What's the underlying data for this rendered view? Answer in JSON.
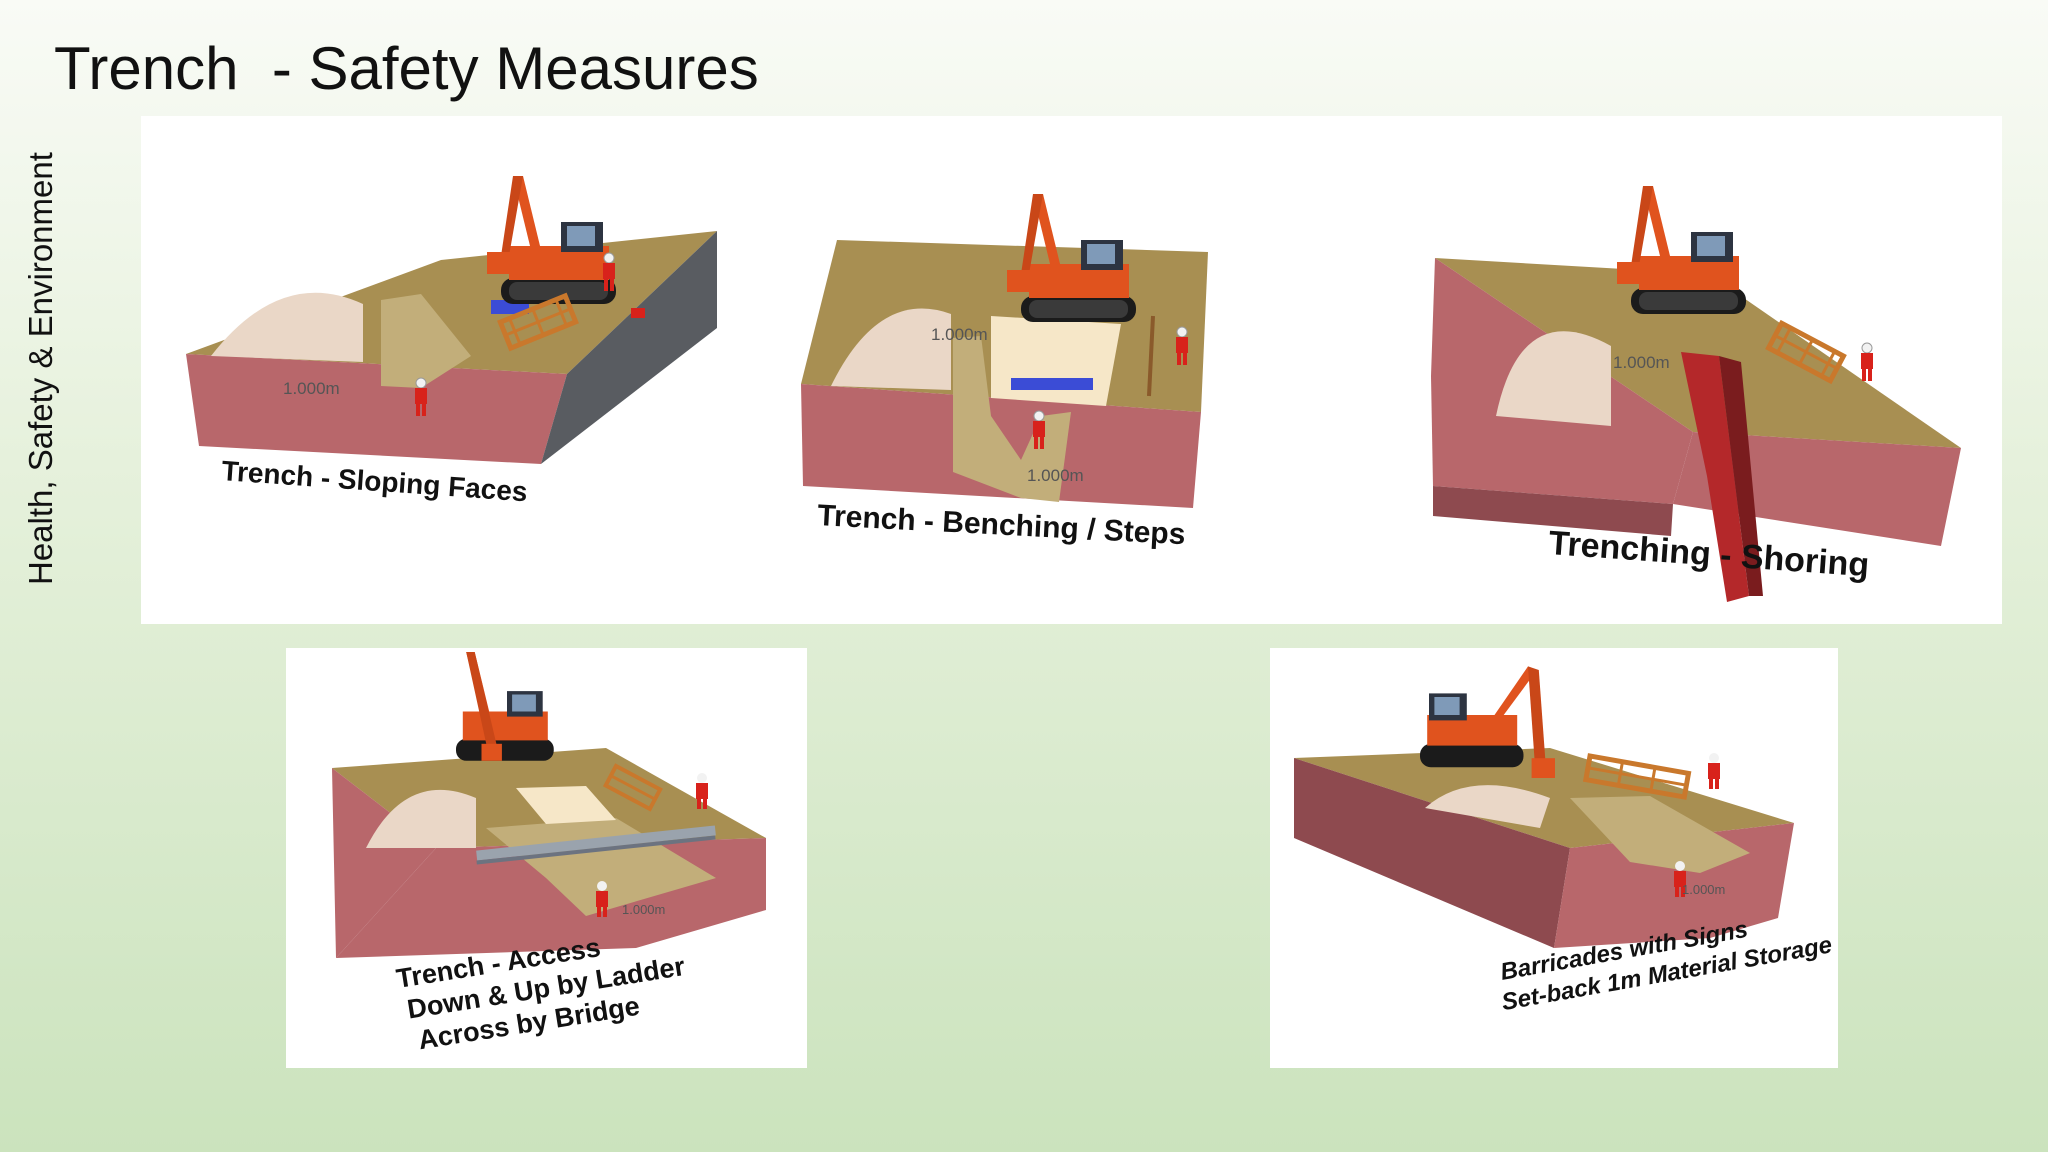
{
  "slide": {
    "title": "Trench  - Safety Measures",
    "side_label": "Health, Safety & Environment"
  },
  "diagrams": {
    "sloping": {
      "caption": "Trench - Sloping Faces",
      "dimension": "1.000m"
    },
    "benching": {
      "caption": "Trench - Benching / Steps",
      "dimension_top": "1.000m",
      "dimension_bottom": "1.000m"
    },
    "shoring": {
      "caption": "Trenching - Shoring",
      "dimension": "1.000m"
    },
    "access": {
      "caption_line1": "Trench - Access",
      "caption_line2": "Down & Up by Ladder",
      "caption_line3": "Across by Bridge",
      "dimension": "1.000m"
    },
    "barricades": {
      "caption_line1": "Barricades with Signs",
      "caption_line2": "Set-back 1m Material Storage",
      "dimension": "1.000m"
    }
  },
  "colors": {
    "ground_top": "#a88f52",
    "soil_side": "#b8676b",
    "soil_dark": "#8e4a4f",
    "excavator": "#e0531e",
    "mound": "#ead7c7",
    "worker": "#d8221b",
    "barricade": "#c9782c",
    "bridge": "#3b4cd6"
  }
}
